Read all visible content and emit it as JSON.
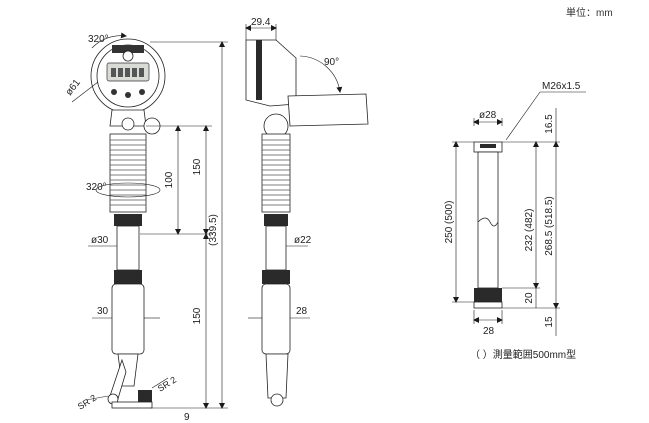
{
  "unit_label": "単位：mm",
  "front_view": {
    "rotation_top": "320°",
    "rotation_mid": "320°",
    "dial_diameter": "ø61",
    "grip_diameter": "ø30",
    "head_width": "30",
    "contact_radius_left": "SR 2",
    "contact_radius_right": "SR 2",
    "upper_length": "150",
    "clamp_length": "100",
    "lower_length": "150",
    "overall_length": "(339.5)",
    "bottom_value": "9"
  },
  "side_view": {
    "head_width": "29.4",
    "tilt_angle": "90°",
    "rod_diameter": "ø22",
    "head_width_lower": "28"
  },
  "rod_view": {
    "thread": "M26x1.5",
    "diameter": "ø28",
    "top_offset": "16.5",
    "rod_length": "250 (500)",
    "measuring_length": "232 (482)",
    "total_length": "268.5 (518.5)",
    "grip_length": "20",
    "bottom_offset": "15",
    "width": "28",
    "footnote": "（ ）測量範囲500mm型"
  },
  "colors": {
    "ink": "#222222",
    "grip": "#2a2a2a",
    "display": "#d9dbd5",
    "background": "#ffffff"
  }
}
